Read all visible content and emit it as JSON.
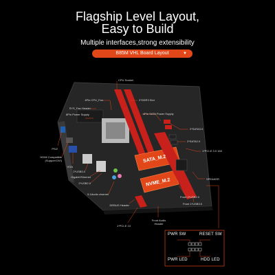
{
  "header": {
    "title_line1": "Flagship Level Layout,",
    "title_line2": "Easy to Build",
    "subtitle": "Multiple interfaces,strong extensibility",
    "pill_label": "B85M VHL Board Layout",
    "pill_caret": "▼"
  },
  "labels": {
    "cpu_socket": "CPU Socket",
    "ddr3_slot": "2*DDR3 Slot",
    "cpu_fan": "4Pin CPU_Fan",
    "sys_fan": "SYS_Fan Header",
    "sata_power": "4Pin SATA Power Supply",
    "cpu_power": "8Pin Power Supply",
    "sata3": "2*SATA3.0",
    "sata2": "2*SATA2.0",
    "pcie16": "1*PCI-E 3.0 16X",
    "ps2": "PS/2",
    "hdmi": "HDMI Compatible (Support DVI)",
    "vga": "VGA",
    "usb3": "2*USB3.0",
    "lan": "Gigabit Ethernet",
    "usb2": "2*USB2.0",
    "audio": "5.1Audio channel",
    "front_panel": "Front  2*USB2.0",
    "front_usb3": "Front 1*USB3.0",
    "speaker": "SPEAKER",
    "debug": "DEBUG Header",
    "front_audio": "Front Audio Header",
    "pcie1": "1*PCI-E 1X"
  },
  "board": {
    "sata_m2": "SATA_M.2",
    "nvme_m2": "NVME_M.2"
  },
  "pins": {
    "pwr_sw": "PWR SW",
    "reset_sw": "RESET SW",
    "pwr_led": "PWR LED",
    "hdd_led": "HDD LED"
  },
  "colors": {
    "accent": "#e2471a",
    "board": "#2a2a2a",
    "slot_red": "#c8201a"
  }
}
